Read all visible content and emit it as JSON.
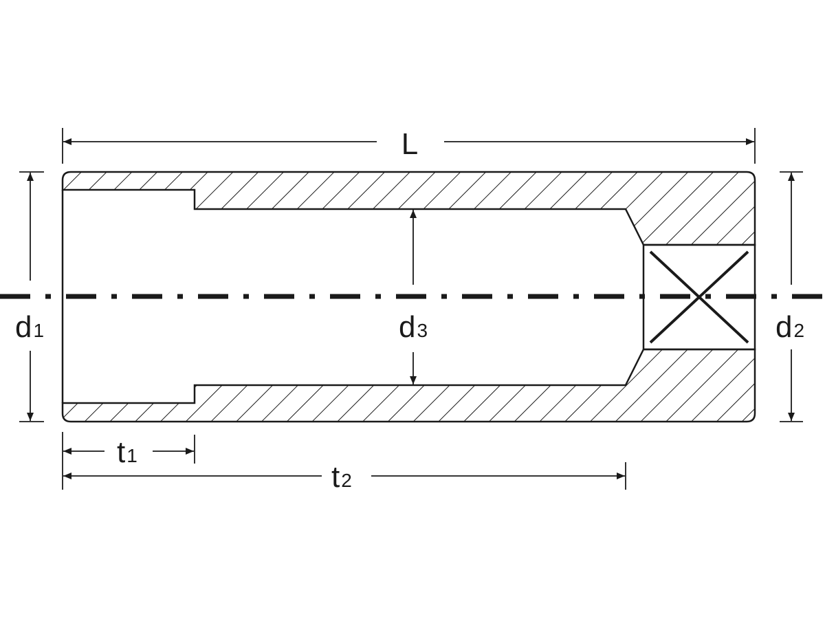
{
  "labels": {
    "length": "L",
    "d1": {
      "base": "d",
      "sub": "1"
    },
    "d2": {
      "base": "d",
      "sub": "2"
    },
    "d3": {
      "base": "d",
      "sub": "3"
    },
    "t1": {
      "base": "t",
      "sub": "1"
    },
    "t2": {
      "base": "t",
      "sub": "2"
    }
  },
  "colors": {
    "ink": "#1a1a1a",
    "background": "#ffffff"
  }
}
